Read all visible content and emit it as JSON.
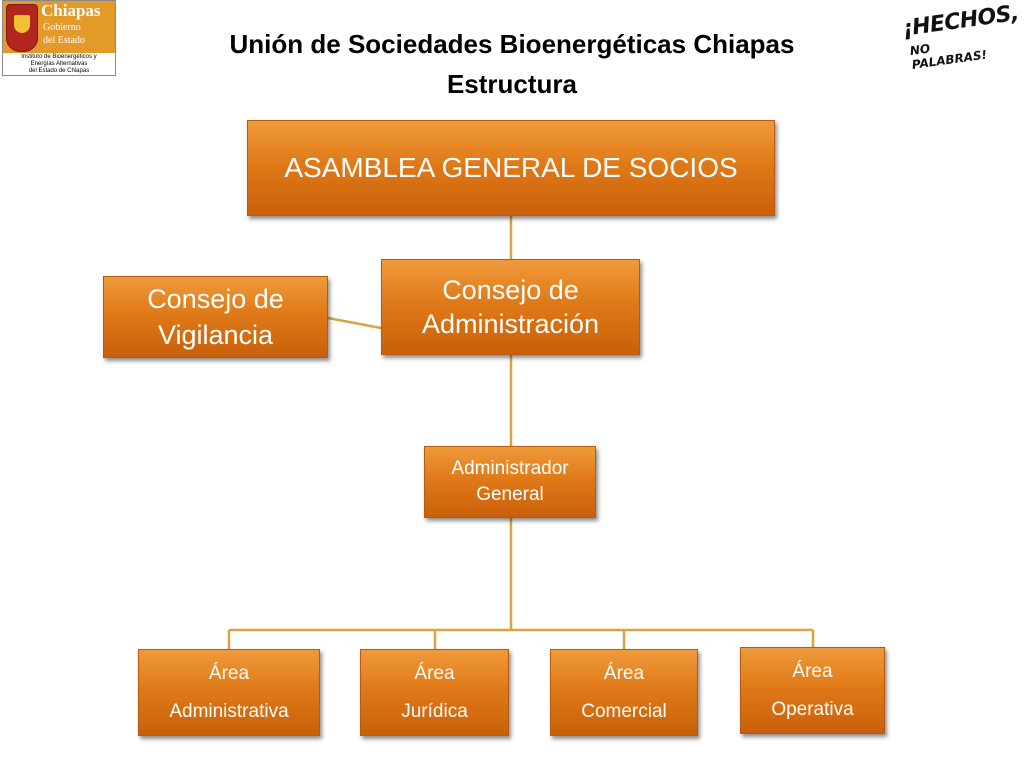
{
  "header": {
    "title_line1": "Unión de Sociedades Bioenergéticas Chiapas",
    "title_line2": "Estructura"
  },
  "logo": {
    "name": "Chiapas",
    "line2": "Gobierno",
    "line3": "del Estado",
    "caption": [
      "Instituto de Bioenergéticos y",
      "Energías Alternativas",
      "del Estado de Chiapas"
    ]
  },
  "stamp": {
    "line1": "¡HECHOS,",
    "line2": "NO PALABRAS!"
  },
  "org_chart": {
    "asamblea": "ASAMBLEA GENERAL DE SOCIOS",
    "consejo_admin": [
      "Consejo de",
      "Administración"
    ],
    "consejo_vigilancia": [
      "Consejo de",
      "Vigilancia"
    ],
    "administrador_general": [
      "Administrador",
      "General"
    ],
    "areas": [
      {
        "line1": "Área",
        "line2": "Administrativa"
      },
      {
        "line1": "Área",
        "line2": "Jurídica"
      },
      {
        "line1": "Área",
        "line2": "Comercial"
      },
      {
        "line1": "Área",
        "line2": "Operativa"
      }
    ]
  },
  "colors": {
    "box_fill": "#e07a18",
    "connector": "#d9a441",
    "text": "#ffffff"
  }
}
